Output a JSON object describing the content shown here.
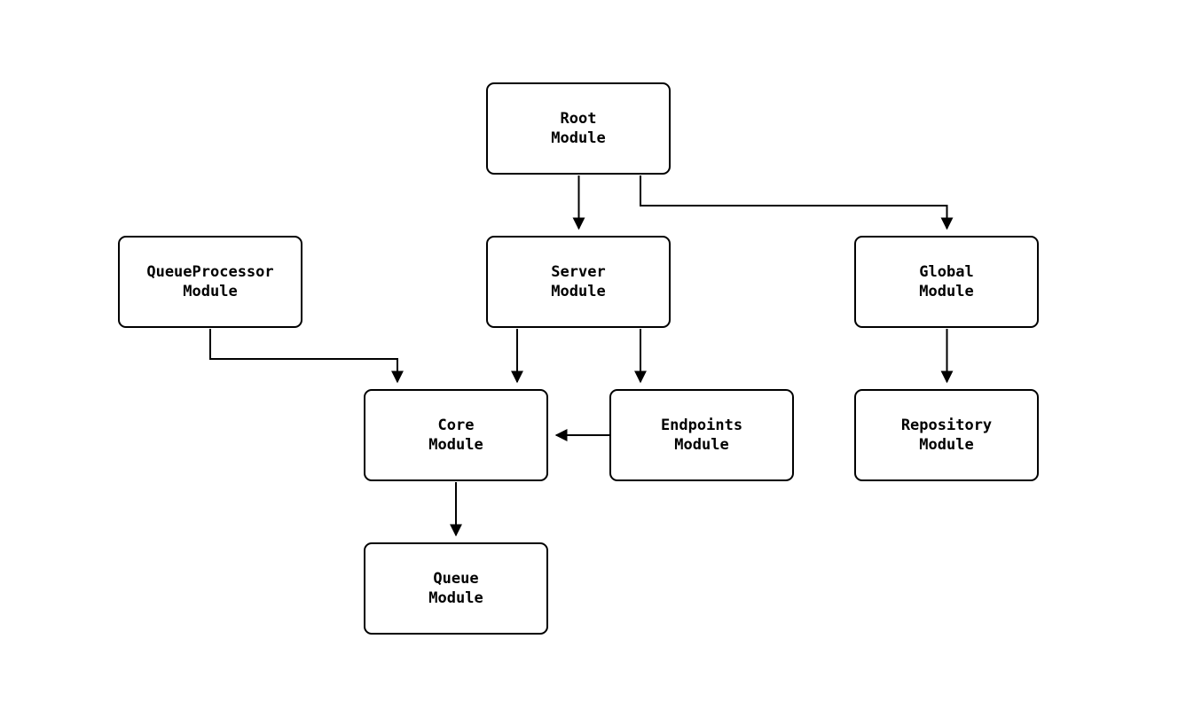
{
  "diagram": {
    "type": "module-dependency-flowchart",
    "background_color": "#ffffff",
    "node_fill_color": "#ffffff",
    "node_border_color": "#000000",
    "edge_color": "#000000",
    "nodes": [
      {
        "id": "root",
        "label": "Root\nModule"
      },
      {
        "id": "queueprocessor",
        "label": "QueueProcessor\nModule"
      },
      {
        "id": "server",
        "label": "Server\nModule"
      },
      {
        "id": "global",
        "label": "Global\nModule"
      },
      {
        "id": "core",
        "label": "Core\nModule"
      },
      {
        "id": "endpoints",
        "label": "Endpoints\nModule"
      },
      {
        "id": "repository",
        "label": "Repository\nModule"
      },
      {
        "id": "queue",
        "label": "Queue\nModule"
      }
    ],
    "edges": [
      {
        "from": "root",
        "to": "server"
      },
      {
        "from": "root",
        "to": "global"
      },
      {
        "from": "queueprocessor",
        "to": "core"
      },
      {
        "from": "server",
        "to": "core"
      },
      {
        "from": "server",
        "to": "endpoints"
      },
      {
        "from": "endpoints",
        "to": "core"
      },
      {
        "from": "global",
        "to": "repository"
      },
      {
        "from": "core",
        "to": "queue"
      }
    ]
  }
}
